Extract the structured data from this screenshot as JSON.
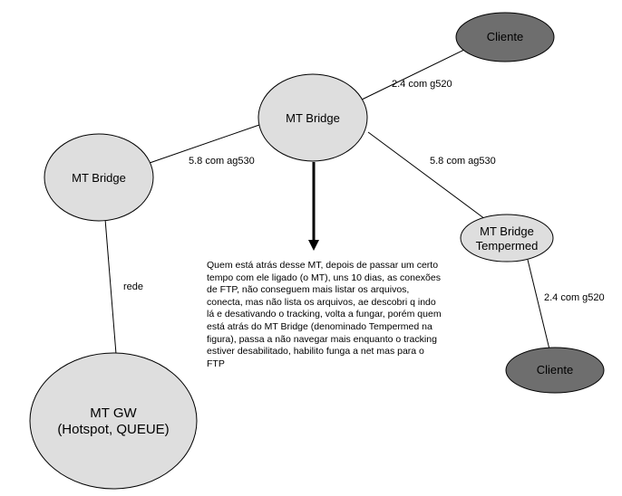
{
  "diagram": {
    "colors": {
      "light_node_fill": "#dedede",
      "dark_node_fill": "#6e6e6e",
      "stroke": "#000000",
      "background": "#ffffff"
    },
    "nodes": {
      "cliente_top": {
        "label": "Cliente",
        "style": "dark"
      },
      "mt_bridge_center": {
        "label": "MT Bridge",
        "style": "light"
      },
      "mt_bridge_left": {
        "label": "MT Bridge",
        "style": "light"
      },
      "mt_bridge_tempermed": {
        "line1": "MT Bridge",
        "line2": "Tempermed",
        "style": "light"
      },
      "cliente_bottom": {
        "label": "Cliente",
        "style": "dark"
      },
      "mt_gw": {
        "line1": "MT GW",
        "line2": "(Hotspot, QUEUE)",
        "style": "light"
      }
    },
    "edges": {
      "center_to_cliente_top": "2.4 com g520",
      "center_to_left_bridge": "5.8 com ag530",
      "center_to_tempermed": "5.8 com ag530",
      "tempermed_to_cliente_bottom": "2.4 com g520",
      "left_bridge_to_gw": "rede"
    },
    "note": {
      "text": "Quem está atrás desse MT, depois de passar um certo tempo com ele ligado (o MT), uns 10 dias, as conexões de FTP, não conseguem mais listar os arquivos, conecta, mas não lista os arquivos, ae descobri q indo lá e desativando o tracking, volta a fungar, porém quem está atrás do MT Bridge (denominado Tempermed na figura), passa a não navegar mais enquanto o tracking estiver desabilitado, habilito funga a net mas para o FTP"
    }
  }
}
